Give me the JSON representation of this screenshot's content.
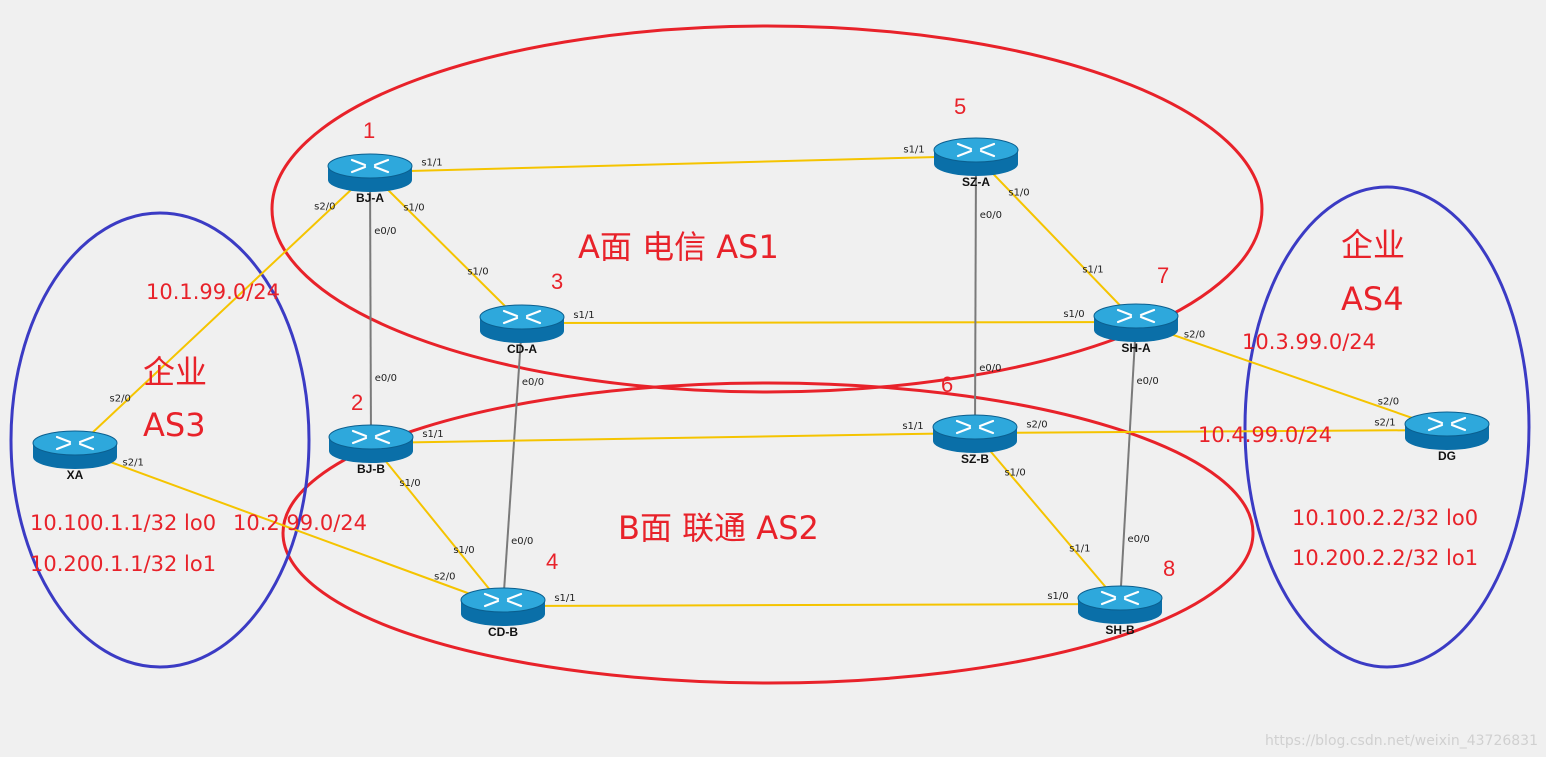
{
  "routers": [
    {
      "id": "BJ-A",
      "name": "BJ-A",
      "number": "1"
    },
    {
      "id": "BJ-B",
      "name": "BJ-B",
      "number": "2"
    },
    {
      "id": "CD-A",
      "name": "CD-A",
      "number": "3"
    },
    {
      "id": "CD-B",
      "name": "CD-B",
      "number": "4"
    },
    {
      "id": "SZ-A",
      "name": "SZ-A",
      "number": "5"
    },
    {
      "id": "SZ-B",
      "name": "SZ-B",
      "number": "6"
    },
    {
      "id": "SH-A",
      "name": "SH-A",
      "number": "7"
    },
    {
      "id": "SH-B",
      "name": "SH-B",
      "number": "8"
    },
    {
      "id": "XA",
      "name": "XA",
      "number": ""
    },
    {
      "id": "DG",
      "name": "DG",
      "number": ""
    }
  ],
  "links": [
    {
      "a": "BJ-A",
      "b": "SZ-A",
      "type": "serial",
      "labels": [
        "s1/1",
        "s1/1"
      ]
    },
    {
      "a": "BJ-A",
      "b": "CD-A",
      "type": "serial",
      "labels": [
        "s1/0",
        "s1/0"
      ]
    },
    {
      "a": "BJ-A",
      "b": "BJ-B",
      "type": "ethernet",
      "labels": [
        "e0/0",
        "e0/0"
      ]
    },
    {
      "a": "BJ-A",
      "b": "XA",
      "type": "serial",
      "labels": [
        "s2/0",
        "s2/0"
      ]
    },
    {
      "a": "CD-A",
      "b": "SH-A",
      "type": "serial",
      "labels": [
        "s1/1",
        "s1/0"
      ]
    },
    {
      "a": "CD-A",
      "b": "CD-B",
      "type": "ethernet",
      "labels": [
        "e0/0",
        "e0/0"
      ]
    },
    {
      "a": "SZ-A",
      "b": "SH-A",
      "type": "serial",
      "labels": [
        "s1/0",
        "s1/1"
      ]
    },
    {
      "a": "SZ-A",
      "b": "SZ-B",
      "type": "ethernet",
      "labels": [
        "e0/0",
        "e0/0"
      ]
    },
    {
      "a": "SH-A",
      "b": "SH-B",
      "type": "ethernet",
      "labels": [
        "e0/0",
        "e0/0"
      ]
    },
    {
      "a": "SH-A",
      "b": "DG",
      "type": "serial",
      "labels": [
        "s2/0",
        "s2/0"
      ]
    },
    {
      "a": "BJ-B",
      "b": "SZ-B",
      "type": "serial",
      "labels": [
        "s1/1",
        "s1/1"
      ]
    },
    {
      "a": "BJ-B",
      "b": "CD-B",
      "type": "serial",
      "labels": [
        "s1/0",
        "s1/0"
      ]
    },
    {
      "a": "CD-B",
      "b": "SH-B",
      "type": "serial",
      "labels": [
        "s1/1",
        "s1/0"
      ]
    },
    {
      "a": "CD-B",
      "b": "XA",
      "type": "serial",
      "labels": [
        "s2/0",
        "s2/1"
      ]
    },
    {
      "a": "SZ-B",
      "b": "SH-B",
      "type": "serial",
      "labels": [
        "s1/0",
        "s1/1"
      ]
    },
    {
      "a": "SZ-B",
      "b": "DG",
      "type": "serial",
      "labels": [
        "s2/0",
        "s2/1"
      ]
    }
  ],
  "regions": {
    "as1": {
      "label": "A面 电信 AS1",
      "color": "#e8222a"
    },
    "as2": {
      "label": "B面 联通 AS2",
      "color": "#e8222a"
    },
    "as3": {
      "line1": "企业",
      "line2": "AS3",
      "color": "#3b3bc4"
    },
    "as4": {
      "line1": "企业",
      "line2": "AS4",
      "color": "#3b3bc4"
    }
  },
  "subnets": {
    "xa_bja": "10.1.99.0/24",
    "xa_cdb": "10.2.99.0/24",
    "sha_dg": "10.3.99.0/24",
    "szb_dg": "10.4.99.0/24"
  },
  "loopbacks": {
    "xa_lo0": "10.100.1.1/32 lo0",
    "xa_lo1": "10.200.1.1/32 lo1",
    "dg_lo0": "10.100.2.2/32 lo0",
    "dg_lo1": "10.200.2.2/32 lo1"
  },
  "colors": {
    "serial": "#f5c400",
    "ethernet": "#7a7a7a",
    "router_top": "#2ea8dc",
    "router_side": "#0a6fa8"
  },
  "watermark": "https://blog.csdn.net/weixin_43726831"
}
